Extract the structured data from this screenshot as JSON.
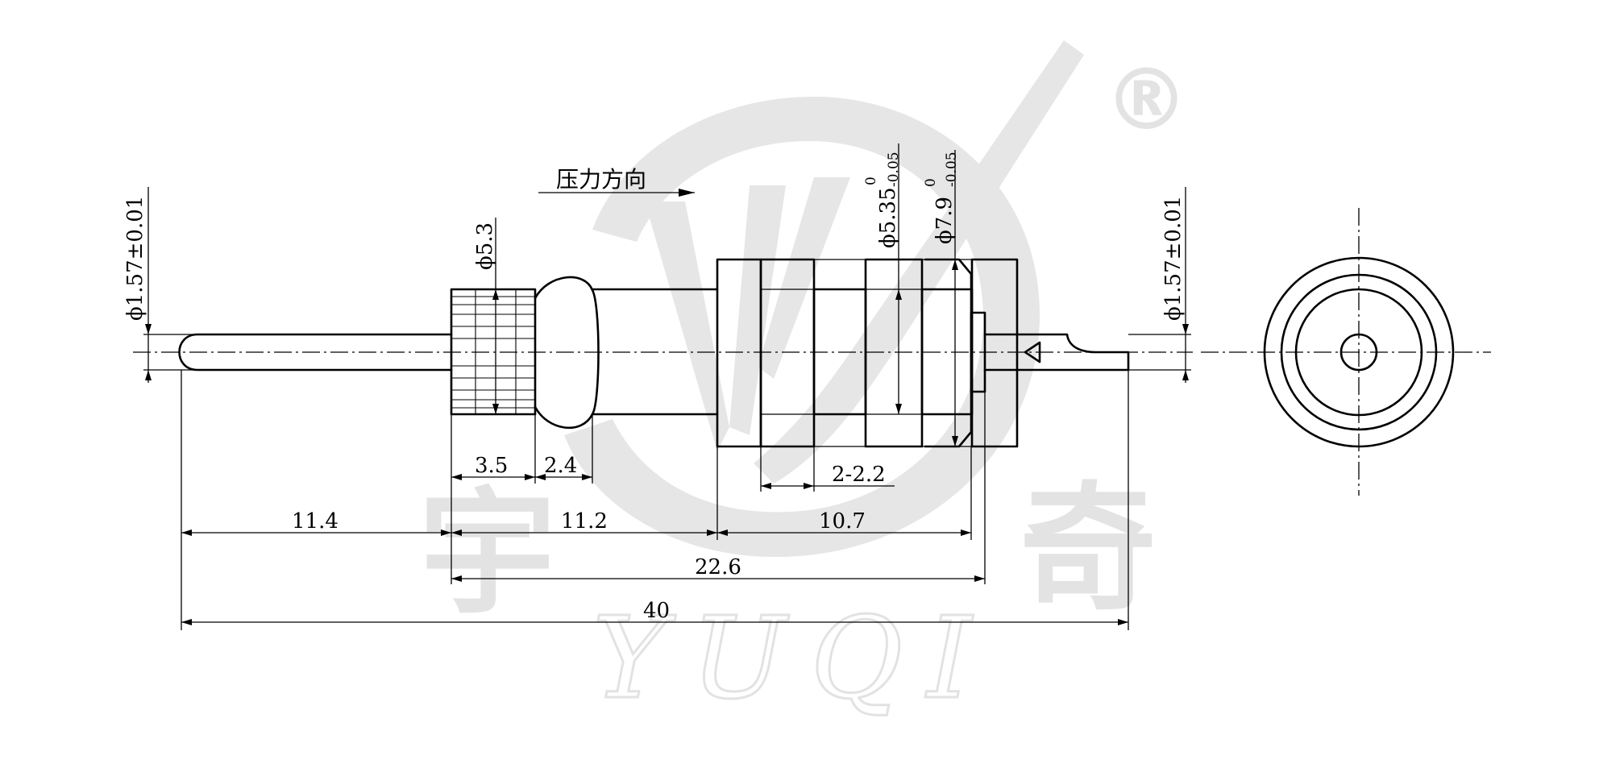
{
  "drawing": {
    "direction_label": "压力方向",
    "dimensions": {
      "pin_dia_left": "ϕ1.57±0.01",
      "pin_dia_right": "ϕ1.57±0.01",
      "knurl_dia": "ϕ5.3",
      "body_dia": "ϕ5.35",
      "body_dia_tol_upper": "0",
      "body_dia_tol_lower": "-0.05",
      "flange_dia": "ϕ7.9",
      "flange_dia_tol_upper": "0",
      "flange_dia_tol_lower": "-0.05",
      "knurl_len": "3.5",
      "collar_len": "2.4",
      "groove_spec": "2-2.2",
      "pin_len": "11.4",
      "neck_len": "11.2",
      "body_len": "10.7",
      "housing_len": "22.6",
      "overall_len": "40"
    }
  },
  "watermark": {
    "left_char": "宇",
    "right_char": "奇",
    "script": "YUQI",
    "registered": "®"
  }
}
